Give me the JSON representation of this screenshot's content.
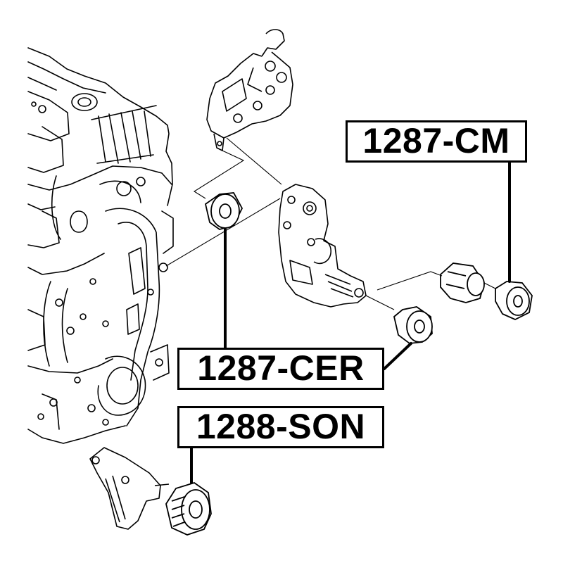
{
  "labels": {
    "cm": "1287-CM",
    "cer": "1287-CER",
    "son": "1288-SON"
  },
  "colors": {
    "ink": "#000000",
    "background": "#ffffff"
  }
}
